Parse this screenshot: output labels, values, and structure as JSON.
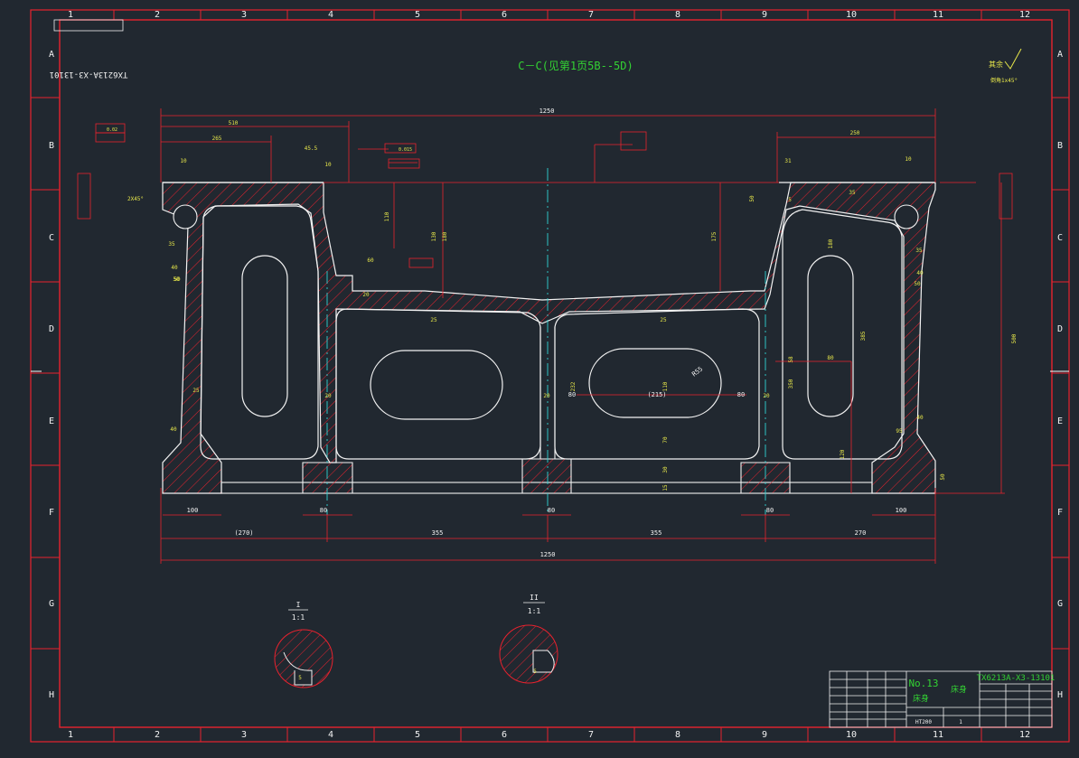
{
  "section_title": "C－C(见第1页5B--5D)",
  "drawing_number": "TX6213A-X3-13101",
  "drawing_number_rotated": "TX6213A-X3-13101",
  "sheet_no": "No.13",
  "part_name": "床身",
  "material": "HT200",
  "quantity": "1",
  "roughness_note": "其余",
  "chamfer_note": "倒角1x45°",
  "border_columns": [
    "1",
    "2",
    "3",
    "4",
    "5",
    "6",
    "7",
    "8",
    "9",
    "10",
    "11",
    "12"
  ],
  "border_rows": [
    "A",
    "B",
    "C",
    "D",
    "E",
    "F",
    "G",
    "H"
  ],
  "detail_views": [
    {
      "label": "I",
      "scale": "1:1"
    },
    {
      "label": "II",
      "scale": "1:1"
    }
  ],
  "dims_white": {
    "total_width": "1250",
    "top_width_label": "1250",
    "left_bay": "(270)",
    "mid_left": "355",
    "mid_right": "355",
    "right_bay": "270",
    "slot_center": "(215)",
    "slot_left": "80",
    "slot_right": "80",
    "slot_radius": "R55",
    "foot_left": "100",
    "foot_right": "100",
    "foot_mid_left": "80",
    "foot_mid_center": "80",
    "foot_mid_right": "80"
  },
  "dims_yellow": {
    "top_left_510": "510",
    "top_left_265": "265",
    "d45_5": "45.5",
    "d10a": "10",
    "d10b": "10",
    "d25a": "25",
    "d110": "110",
    "d180": "180",
    "d130": "130",
    "d175": "175",
    "d250": "250",
    "d31": "31",
    "d10c": "10",
    "d50a": "50",
    "d5": "5",
    "d35": "35",
    "d180b": "180",
    "d40a": "40",
    "d50b": "50",
    "d35b": "35",
    "d40b": "40",
    "d50c": "50",
    "d25b": "25",
    "d40c": "40",
    "d95": "95",
    "d50d": "50",
    "d385": "385",
    "d500": "500",
    "d80c": "80",
    "d58": "58",
    "d350": "350",
    "d120": "120",
    "d232": "232",
    "d110b": "110",
    "d70": "70",
    "d30": "30",
    "d15": "15",
    "d60": "60",
    "d35c": "35",
    "d40d": "40",
    "d50e": "50",
    "d20a": "20",
    "d20b": "20",
    "d20c": "20",
    "d20d": "20",
    "d25c": "25",
    "d25d": "25",
    "d2x45": "2X45°",
    "tol_002": "0.02",
    "tol_0015": "0.015"
  }
}
